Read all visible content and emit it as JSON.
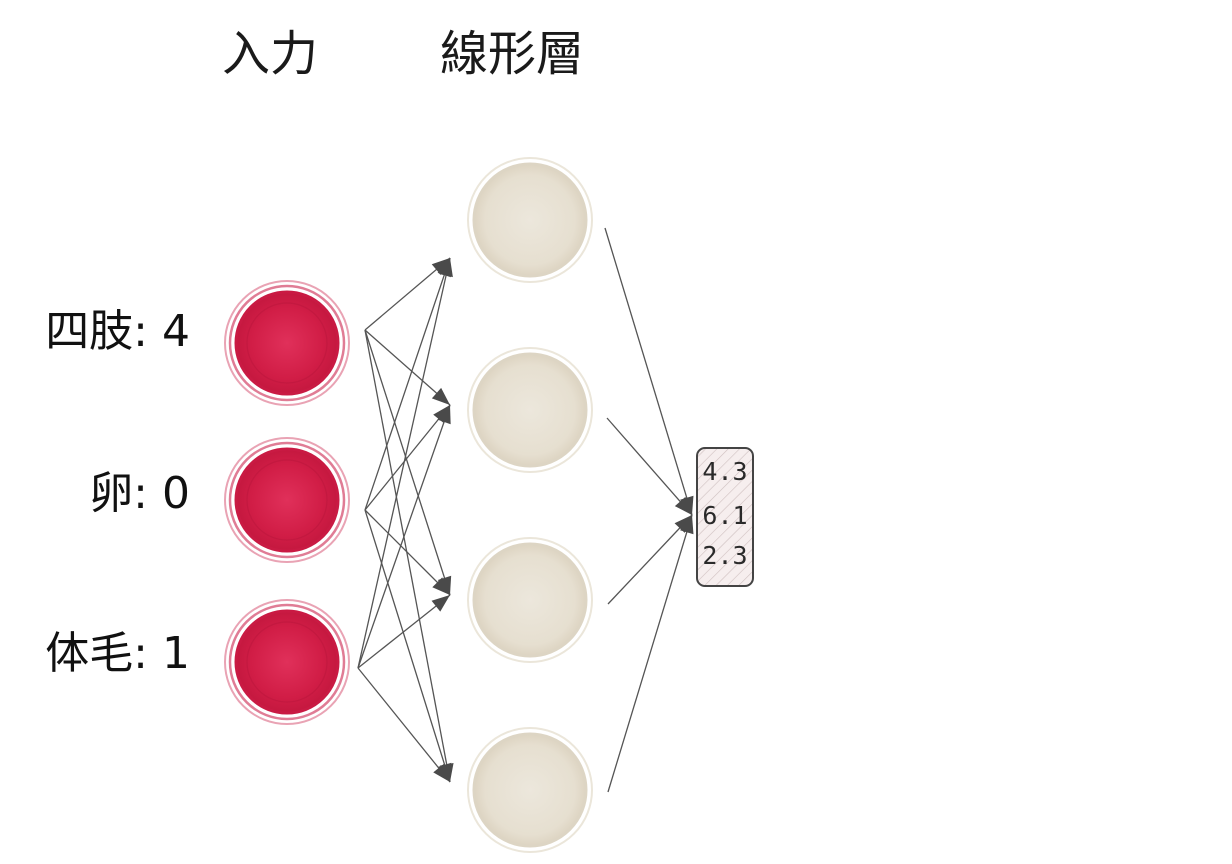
{
  "headers": {
    "input": "入力",
    "linear": "線形層"
  },
  "inputs": [
    {
      "label": "四肢: 4"
    },
    {
      "label": "卵: 0"
    },
    {
      "label": "体毛: 1"
    }
  ],
  "hidden_node_count": 4,
  "output": {
    "values": [
      "4.3",
      "6.1",
      "2.3"
    ]
  },
  "colors": {
    "input_node": "#d6204a",
    "input_ring": "#e892a6",
    "hidden_node": "#e9e3d6",
    "hidden_ring": "#d8d0bf",
    "edge": "#555555",
    "output_box_fill": "#f4ecec",
    "output_box_stroke": "#444444"
  }
}
